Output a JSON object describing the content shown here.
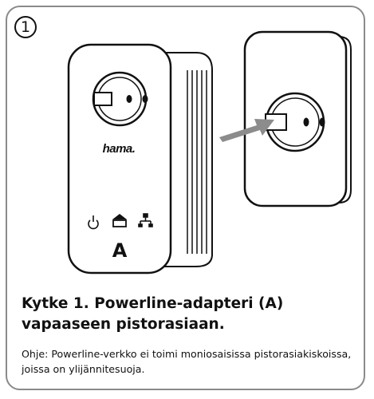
{
  "step_number": "1",
  "device": {
    "brand": "hama.",
    "label": "A"
  },
  "instruction": {
    "title": "Kytke 1. Powerline-adapteri (A) vapaaseen pistorasiaan.",
    "note": "Ohje: Powerline-verkko ei toimi moniosaisissa pistorasiakiskoissa, joissa on ylijännitesuoja."
  },
  "icons": {
    "indicator_1": "power-icon",
    "indicator_2": "home-powerline-icon",
    "indicator_3": "network-icon",
    "connector": "arrow-right-icon"
  },
  "colors": {
    "border": "#8a8a8a",
    "arrow": "#8c8c8c",
    "line": "#111111"
  }
}
